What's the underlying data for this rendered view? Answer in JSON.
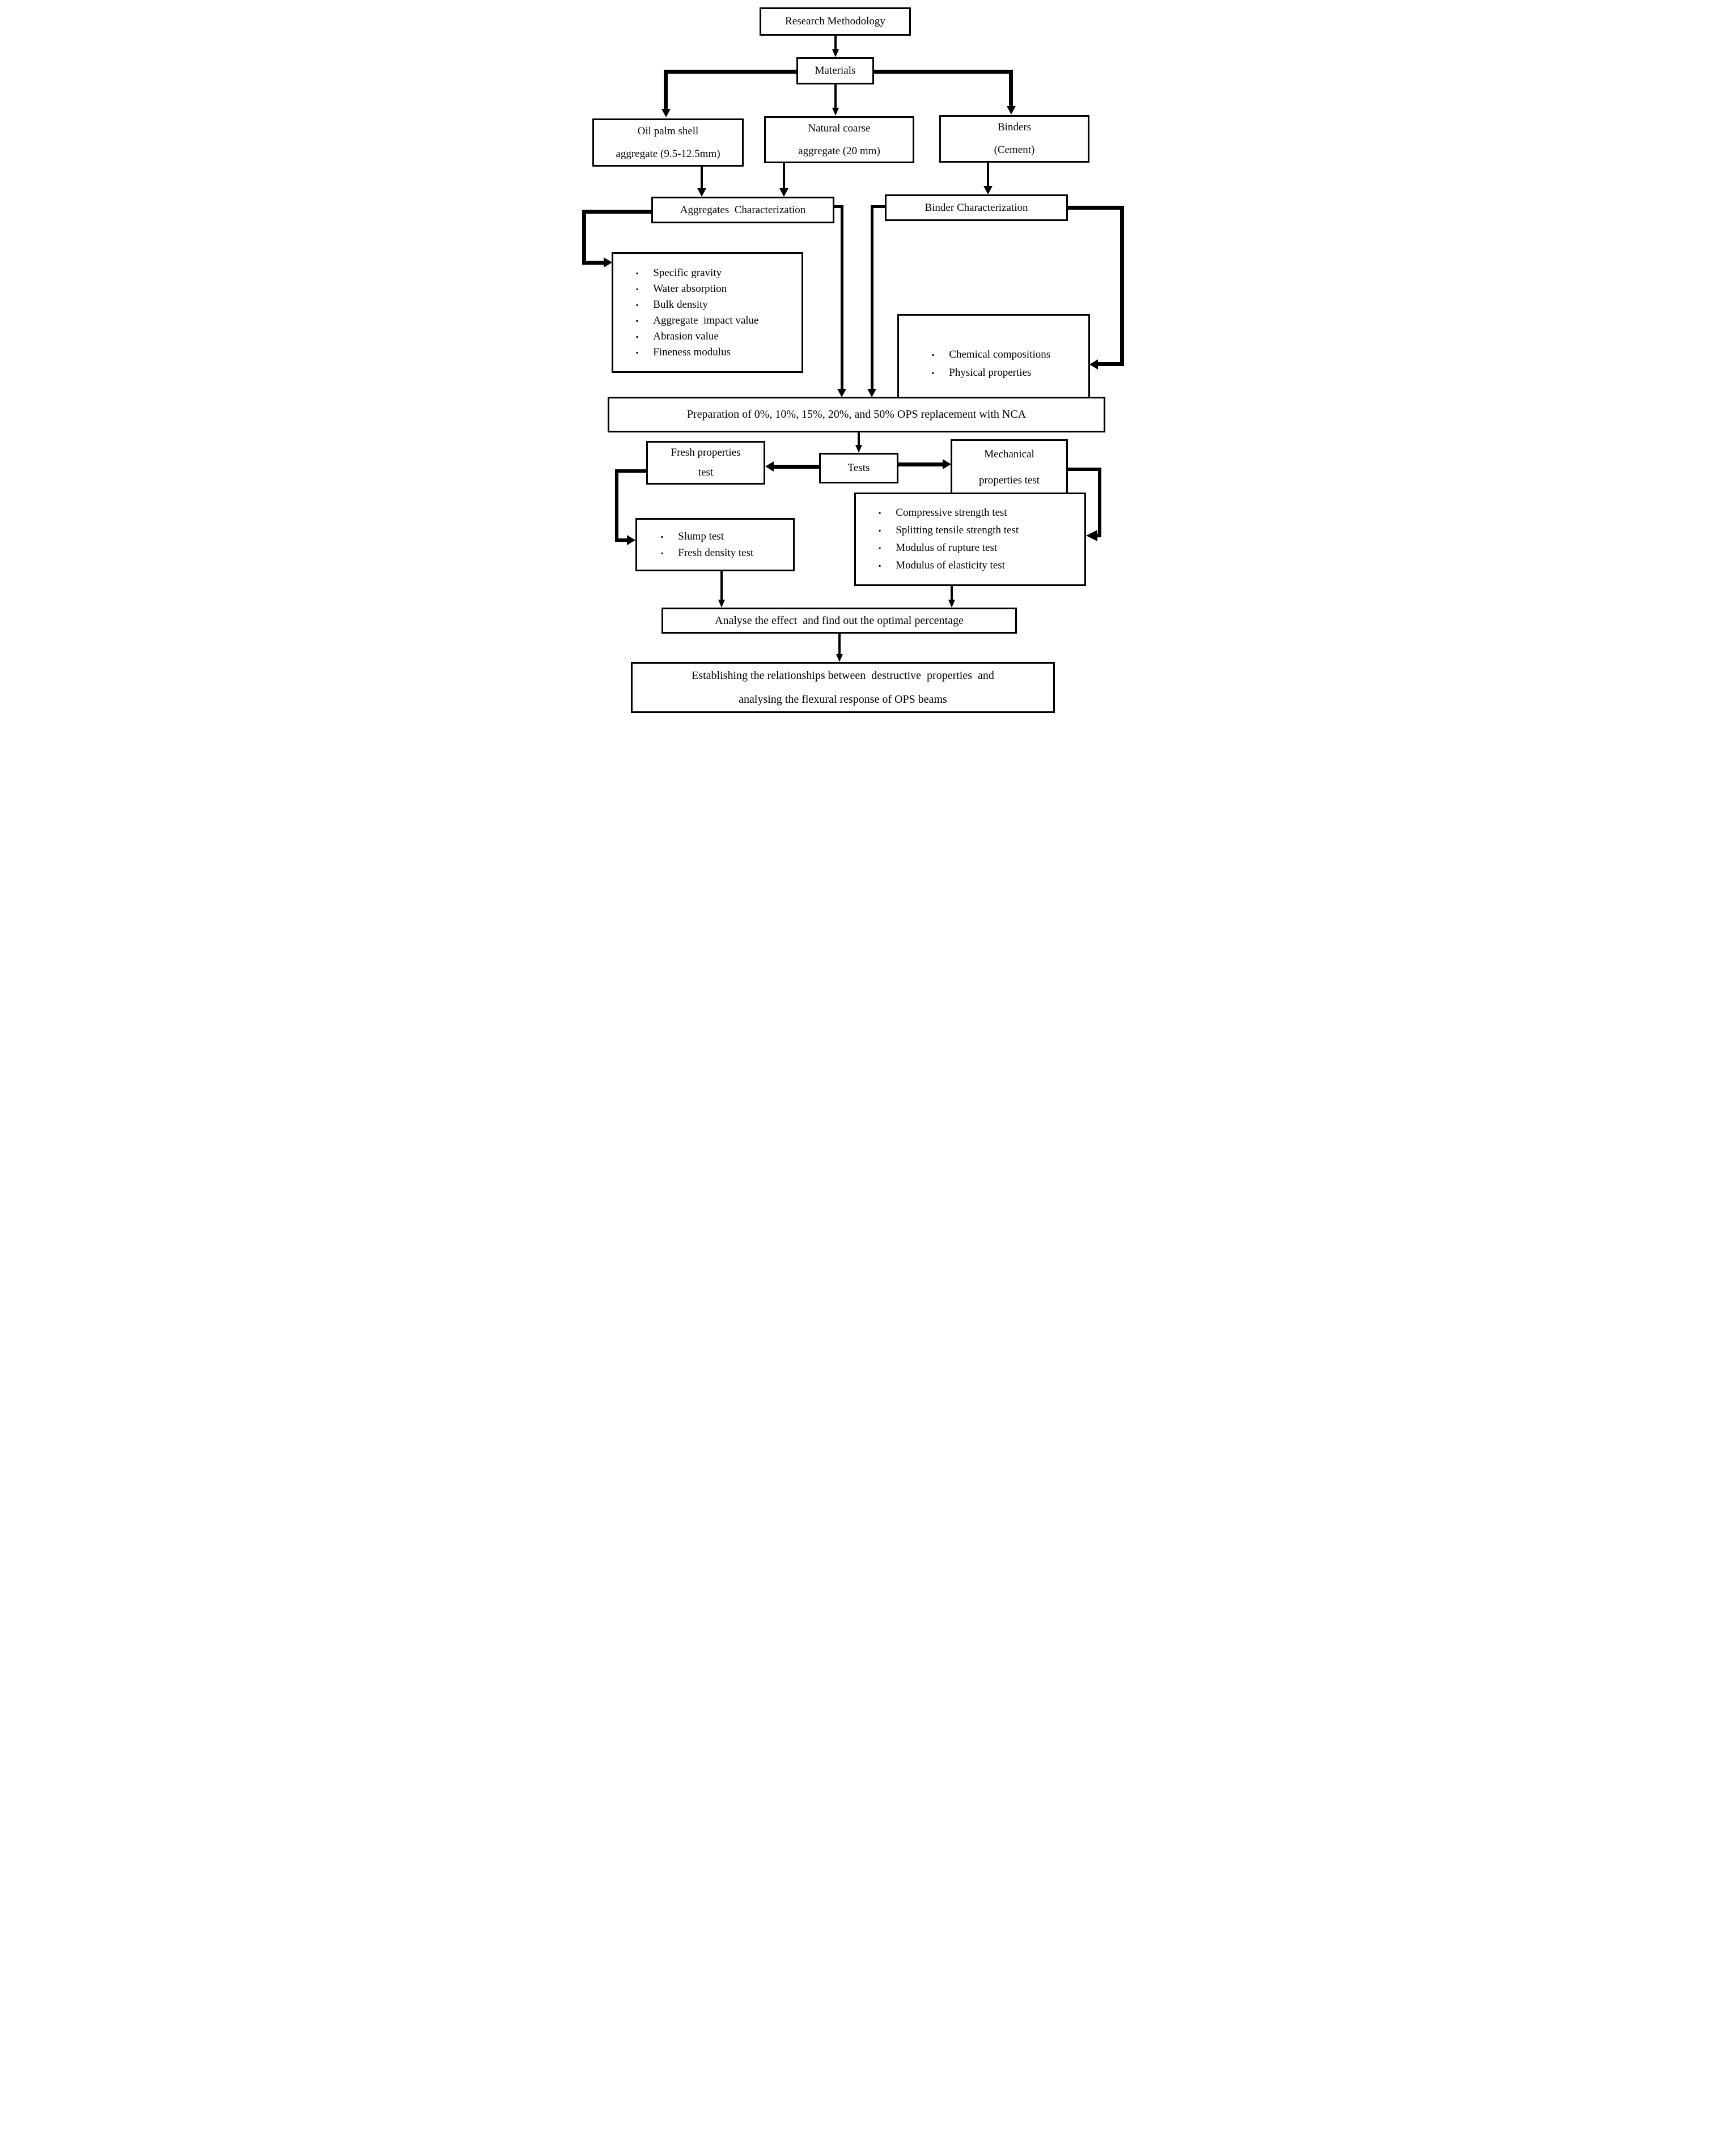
{
  "colors": {
    "background": "#ffffff",
    "box_border": "#000000",
    "text": "#000000",
    "connector": "#000000"
  },
  "nodes": {
    "research_methodology": "Research Methodology",
    "materials": "Materials",
    "oil_palm_line1": "Oil palm shell",
    "oil_palm_line2": "aggregate (9.5-12.5mm)",
    "natural_coarse_line1": "Natural coarse",
    "natural_coarse_line2": "aggregate (20 mm)",
    "binders_line1": "Binders",
    "binders_line2": "(Cement)",
    "aggregates_characterization": "Aggregates  Characterization",
    "binder_characterization": "Binder Characterization",
    "preparation": "Preparation of 0%, 10%, 15%, 20%, and 50% OPS replacement with NCA",
    "tests": "Tests",
    "fresh_properties_line1": "Fresh properties",
    "fresh_properties_line2": "test",
    "mechanical_line1": "Mechanical",
    "mechanical_line2": "properties test",
    "analyse": "Analyse the effect  and find out the optimal percentage",
    "establishing_line1": "Establishing the relationships between  destructive  properties  and",
    "establishing_line2": "analysing the flexural response of OPS beams"
  },
  "lists": {
    "aggregate_characterization": [
      "Specific gravity",
      "Water absorption",
      "Bulk density",
      "Aggregate  impact value",
      "Abrasion value",
      "Fineness modulus"
    ],
    "binder_characterization": [
      "Chemical compositions",
      "Physical properties"
    ],
    "fresh_properties": [
      "Slump test",
      "Fresh density test"
    ],
    "mechanical_properties": [
      "Compressive strength test",
      "Splitting tensile strength test",
      "Modulus of rupture test",
      "Modulus of elasticity test"
    ]
  }
}
